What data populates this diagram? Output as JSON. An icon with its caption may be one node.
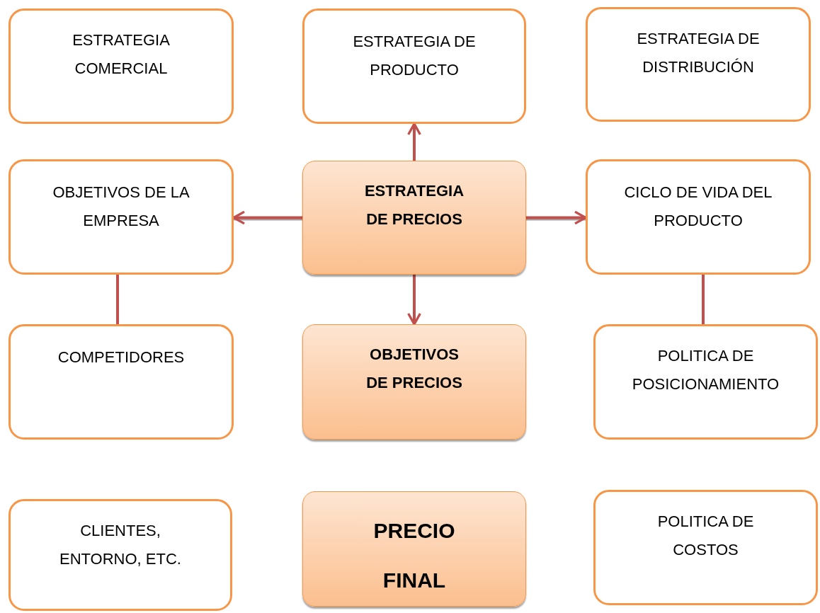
{
  "diagram": {
    "nodes": [
      {
        "text": [
          "ESTRATEGIA COMERCIAL"
        ]
      },
      {
        "text": [
          "ESTRATEGIA DE PRODUCTO"
        ]
      },
      {
        "text": [
          "ESTRATEGIA DE DISTRIBUCIÓN"
        ]
      },
      {
        "text": [
          "OBJETIVOS DE LA EMPRESA"
        ]
      },
      {
        "text": [
          "ESTRATEGIA DE PRECIOS"
        ]
      },
      {
        "text": [
          "CICLO DE VIDA DEL PRODUCTO"
        ]
      },
      {
        "text": [
          "COMPETIDORES"
        ]
      },
      {
        "text": [
          "OBJETIVOS DE PRECIOS"
        ]
      },
      {
        "text": [
          "POLITICA DE POSICIONAMIENTO"
        ]
      },
      {
        "text": [
          "CLIENTES, ENTORNO, ETC."
        ]
      },
      {
        "text": [
          "PRECIO FINAL"
        ]
      },
      {
        "text": [
          "POLITICA DE COSTOS"
        ]
      }
    ],
    "edges": [
      {
        "from": 4,
        "to": 1,
        "arrow": "to"
      },
      {
        "from": 4,
        "to": 3,
        "arrow": "to"
      },
      {
        "from": 4,
        "to": 5,
        "arrow": "to"
      },
      {
        "from": 4,
        "to": 7,
        "arrow": "to"
      },
      {
        "from": 3,
        "to": 6,
        "arrow": "none"
      },
      {
        "from": 5,
        "to": 8,
        "arrow": "none"
      }
    ]
  }
}
